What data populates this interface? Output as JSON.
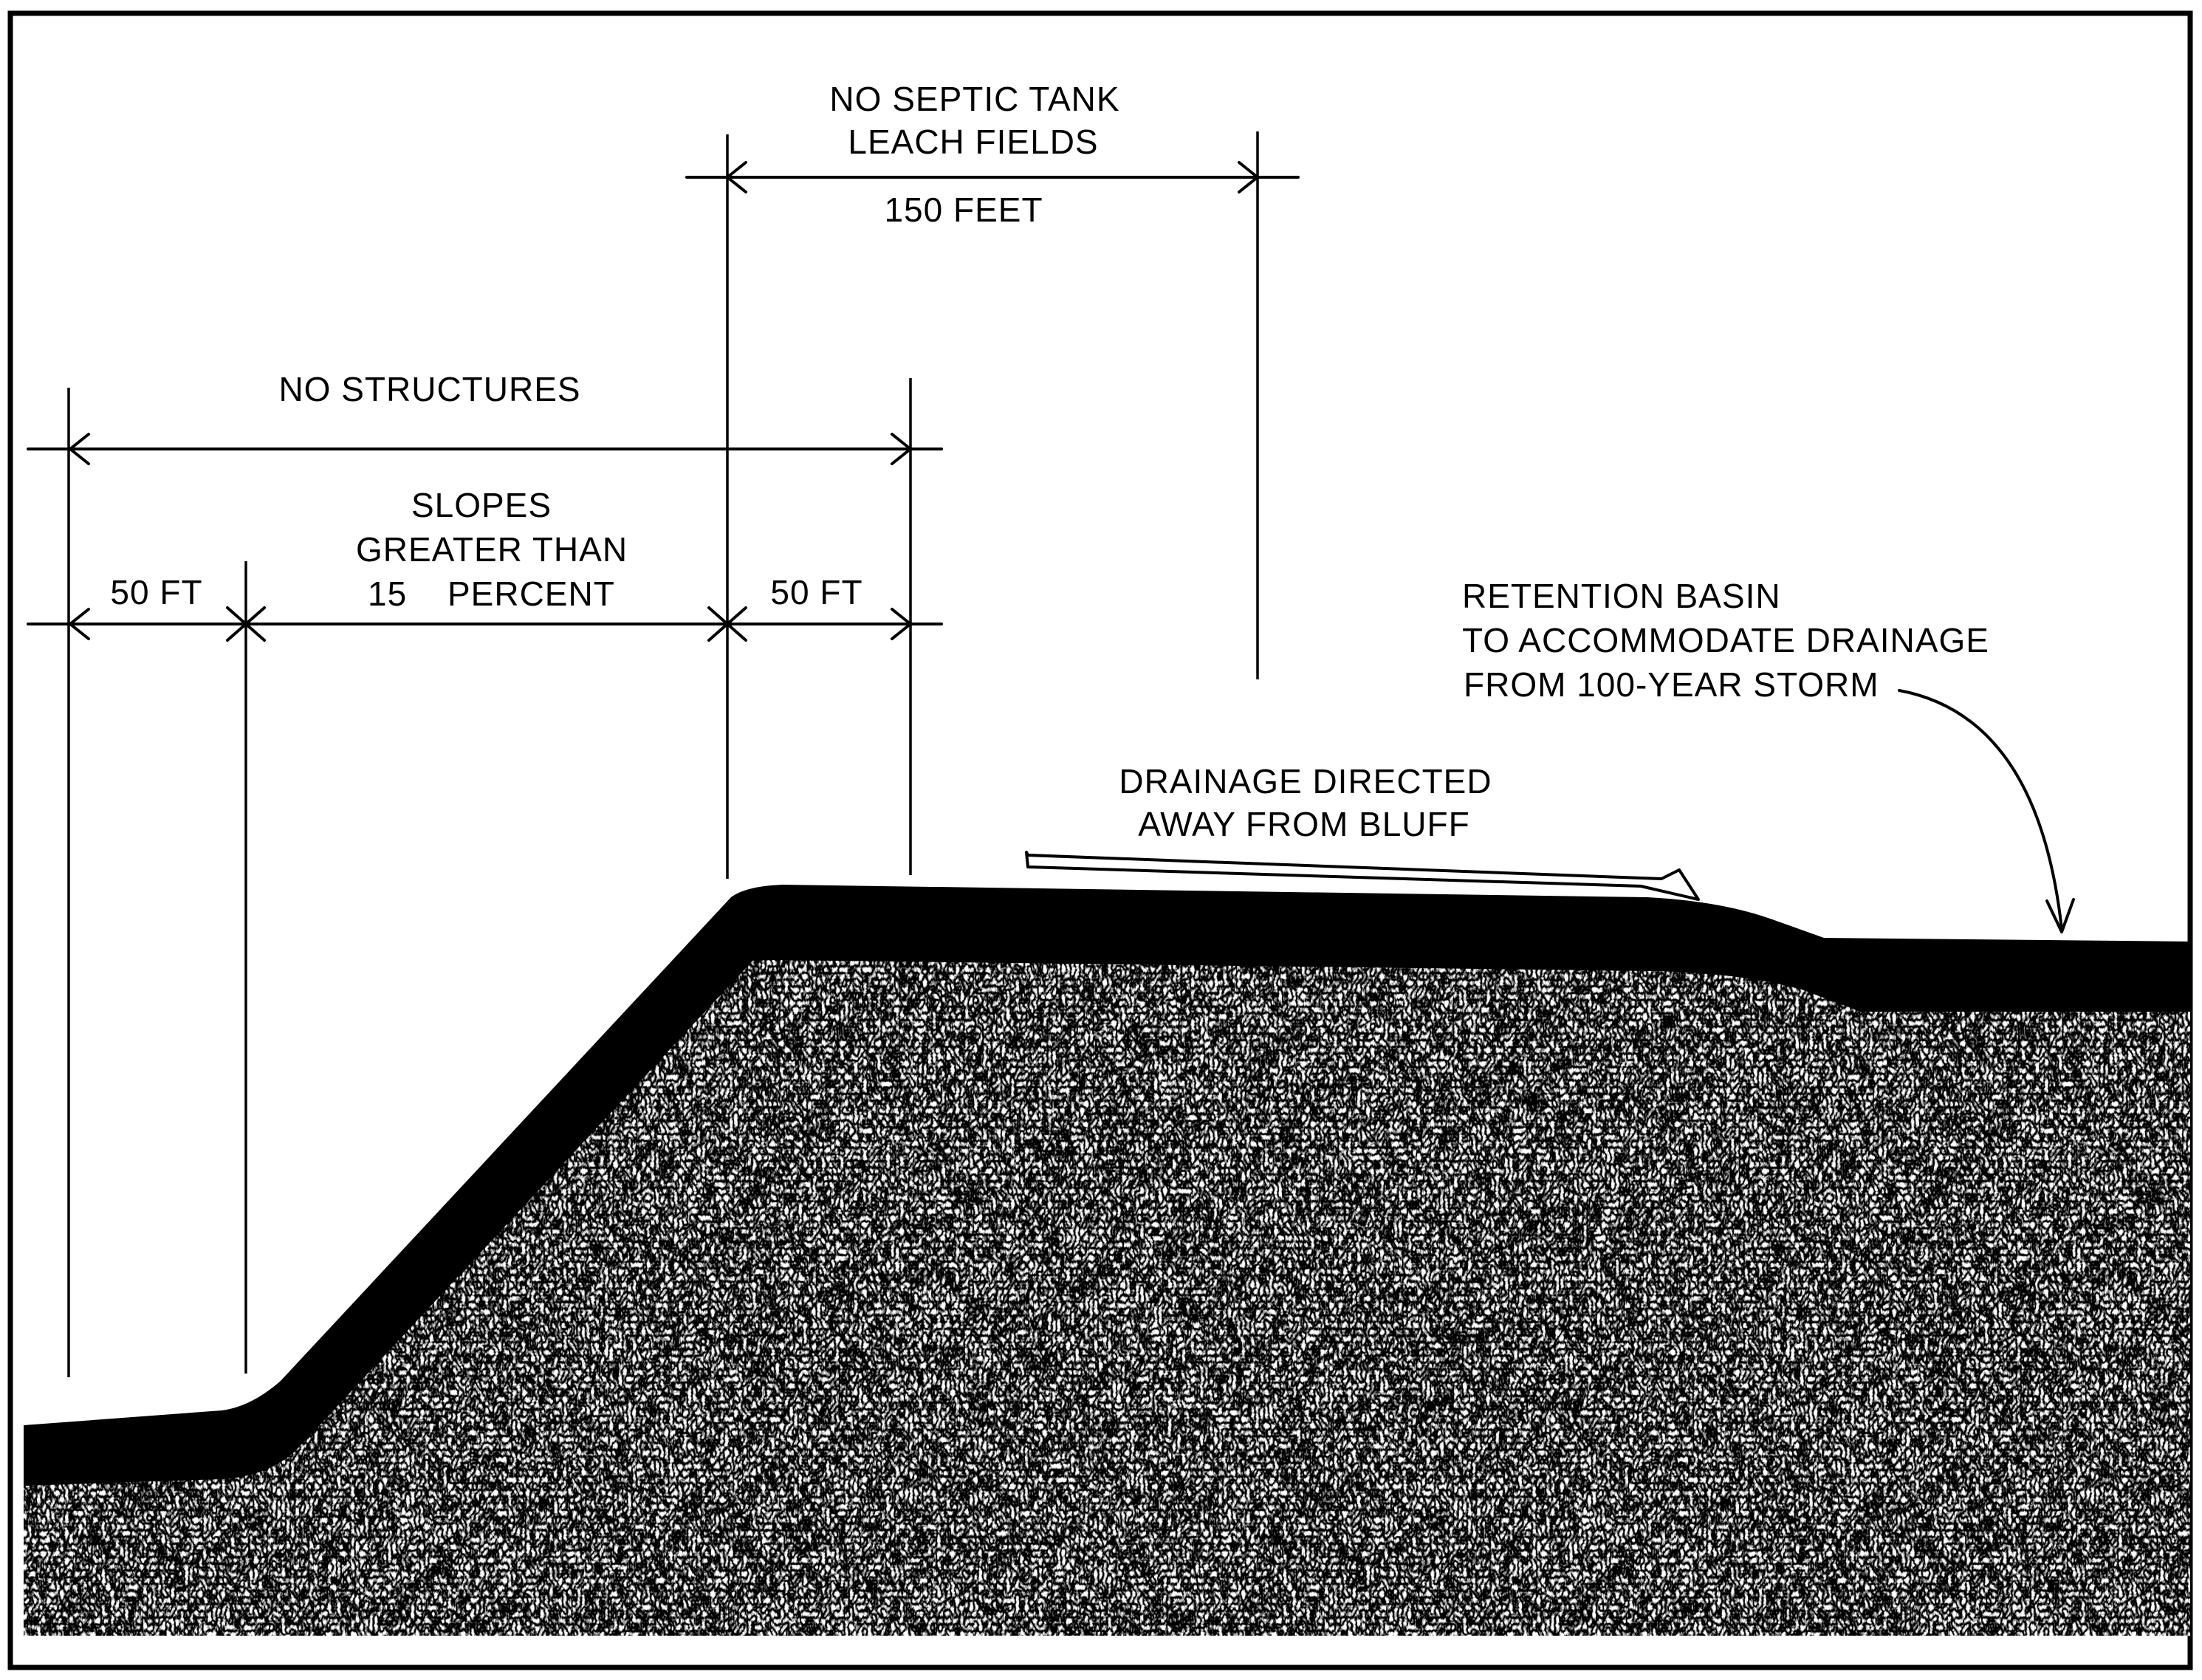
{
  "labels": {
    "no_septic_line1": "NO SEPTIC TANK",
    "no_septic_line2": "LEACH FIELDS",
    "septic_distance": "150 FEET",
    "no_structures": "NO STRUCTURES",
    "slopes_line1": "SLOPES",
    "slopes_line2": "GREATER THAN",
    "slopes_line3_num": "15",
    "slopes_line3_word": "PERCENT",
    "left_setback": "50 FT",
    "right_setback": "50 FT",
    "retention_line1": "RETENTION BASIN",
    "retention_line2": "TO ACCOMMODATE DRAINAGE",
    "retention_line3": "FROM 100-YEAR STORM",
    "drainage_line1": "DRAINAGE DIRECTED",
    "drainage_line2": "AWAY FROM BLUFF"
  },
  "colors": {
    "ink": "#000000",
    "paper": "#ffffff"
  }
}
